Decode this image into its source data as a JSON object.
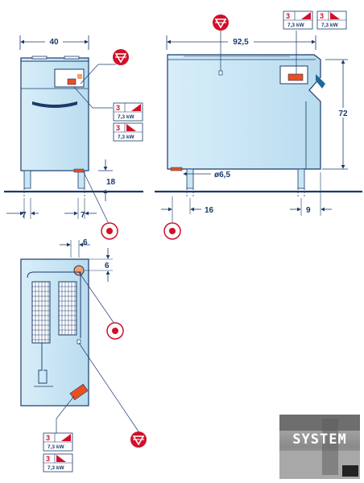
{
  "dimensions": {
    "front_width": "40",
    "side_depth": "92,5",
    "side_height": "72",
    "leg_height": "18",
    "leg_offset_left": "7",
    "leg_offset_right": "7",
    "drain_diameter": "ø6,5",
    "side_leg_offset_left": "16",
    "side_leg_offset_right": "9",
    "top_offset_x": "6",
    "top_offset_y": "6"
  },
  "power_labels": {
    "phase": "3",
    "power": "7,3 kW"
  },
  "logo": {
    "text": "SYSTEM"
  },
  "colors": {
    "outline": "#1a3a6a",
    "body_fill": "#c9e6f5",
    "accent_red": "#d0102a",
    "dimension_line": "#1a3a6a"
  }
}
